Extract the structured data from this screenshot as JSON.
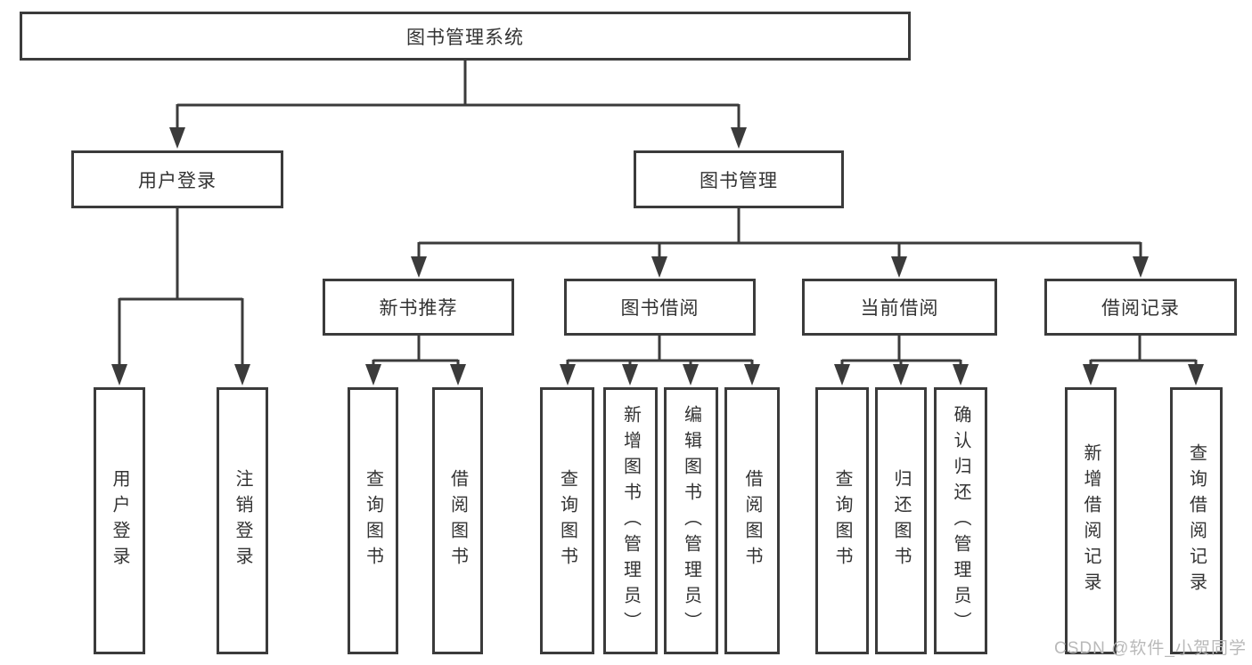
{
  "diagram_type": "hierarchy-tree",
  "tree": {
    "root": {
      "label": "图书管理系统",
      "children": [
        {
          "label": "用户登录",
          "children": [
            {
              "label": "用户登录"
            },
            {
              "label": "注销登录"
            }
          ]
        },
        {
          "label": "图书管理",
          "children": [
            {
              "label": "新书推荐",
              "children": [
                {
                  "label": "查询图书"
                },
                {
                  "label": "借阅图书"
                }
              ]
            },
            {
              "label": "图书借阅",
              "children": [
                {
                  "label": "查询图书"
                },
                {
                  "label": "新增图书（管理员）"
                },
                {
                  "label": "编辑图书（管理员）"
                },
                {
                  "label": "借阅图书"
                }
              ]
            },
            {
              "label": "当前借阅",
              "children": [
                {
                  "label": "查询图书"
                },
                {
                  "label": "归还图书"
                },
                {
                  "label": "确认归还（管理员）"
                }
              ]
            },
            {
              "label": "借阅记录",
              "children": [
                {
                  "label": "新增借阅记录"
                },
                {
                  "label": "查询借阅记录"
                }
              ]
            }
          ]
        }
      ]
    }
  },
  "watermark": {
    "text": "CSDN @软件_小贺同学"
  },
  "colors": {
    "line": "#3b3b3b",
    "box_border": "#3b3b3b",
    "box_fill": "#ffffff",
    "text": "#333333",
    "watermark": "#b9b9b9",
    "background": "#ffffff"
  }
}
